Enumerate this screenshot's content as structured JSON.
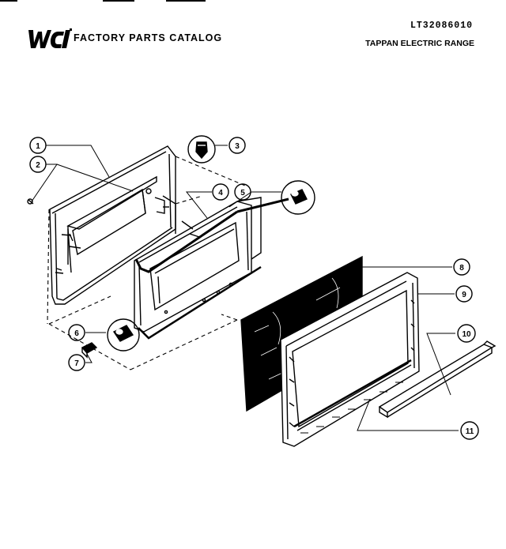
{
  "header": {
    "logo_text": "WCI",
    "catalog_title": "FACTORY PARTS CATALOG",
    "model_number": "LT32086010",
    "product_name": "TAPPAN ELECTRIC RANGE"
  },
  "callouts": [
    {
      "id": "1",
      "label": "1"
    },
    {
      "id": "2",
      "label": "2"
    },
    {
      "id": "3",
      "label": "3"
    },
    {
      "id": "4",
      "label": "4"
    },
    {
      "id": "5",
      "label": "5"
    },
    {
      "id": "6",
      "label": "6"
    },
    {
      "id": "7",
      "label": "7"
    },
    {
      "id": "8",
      "label": "8"
    },
    {
      "id": "9",
      "label": "9"
    },
    {
      "id": "10",
      "label": "10"
    },
    {
      "id": "11",
      "label": "11"
    }
  ],
  "colors": {
    "ink": "#000000",
    "paper": "#ffffff"
  }
}
